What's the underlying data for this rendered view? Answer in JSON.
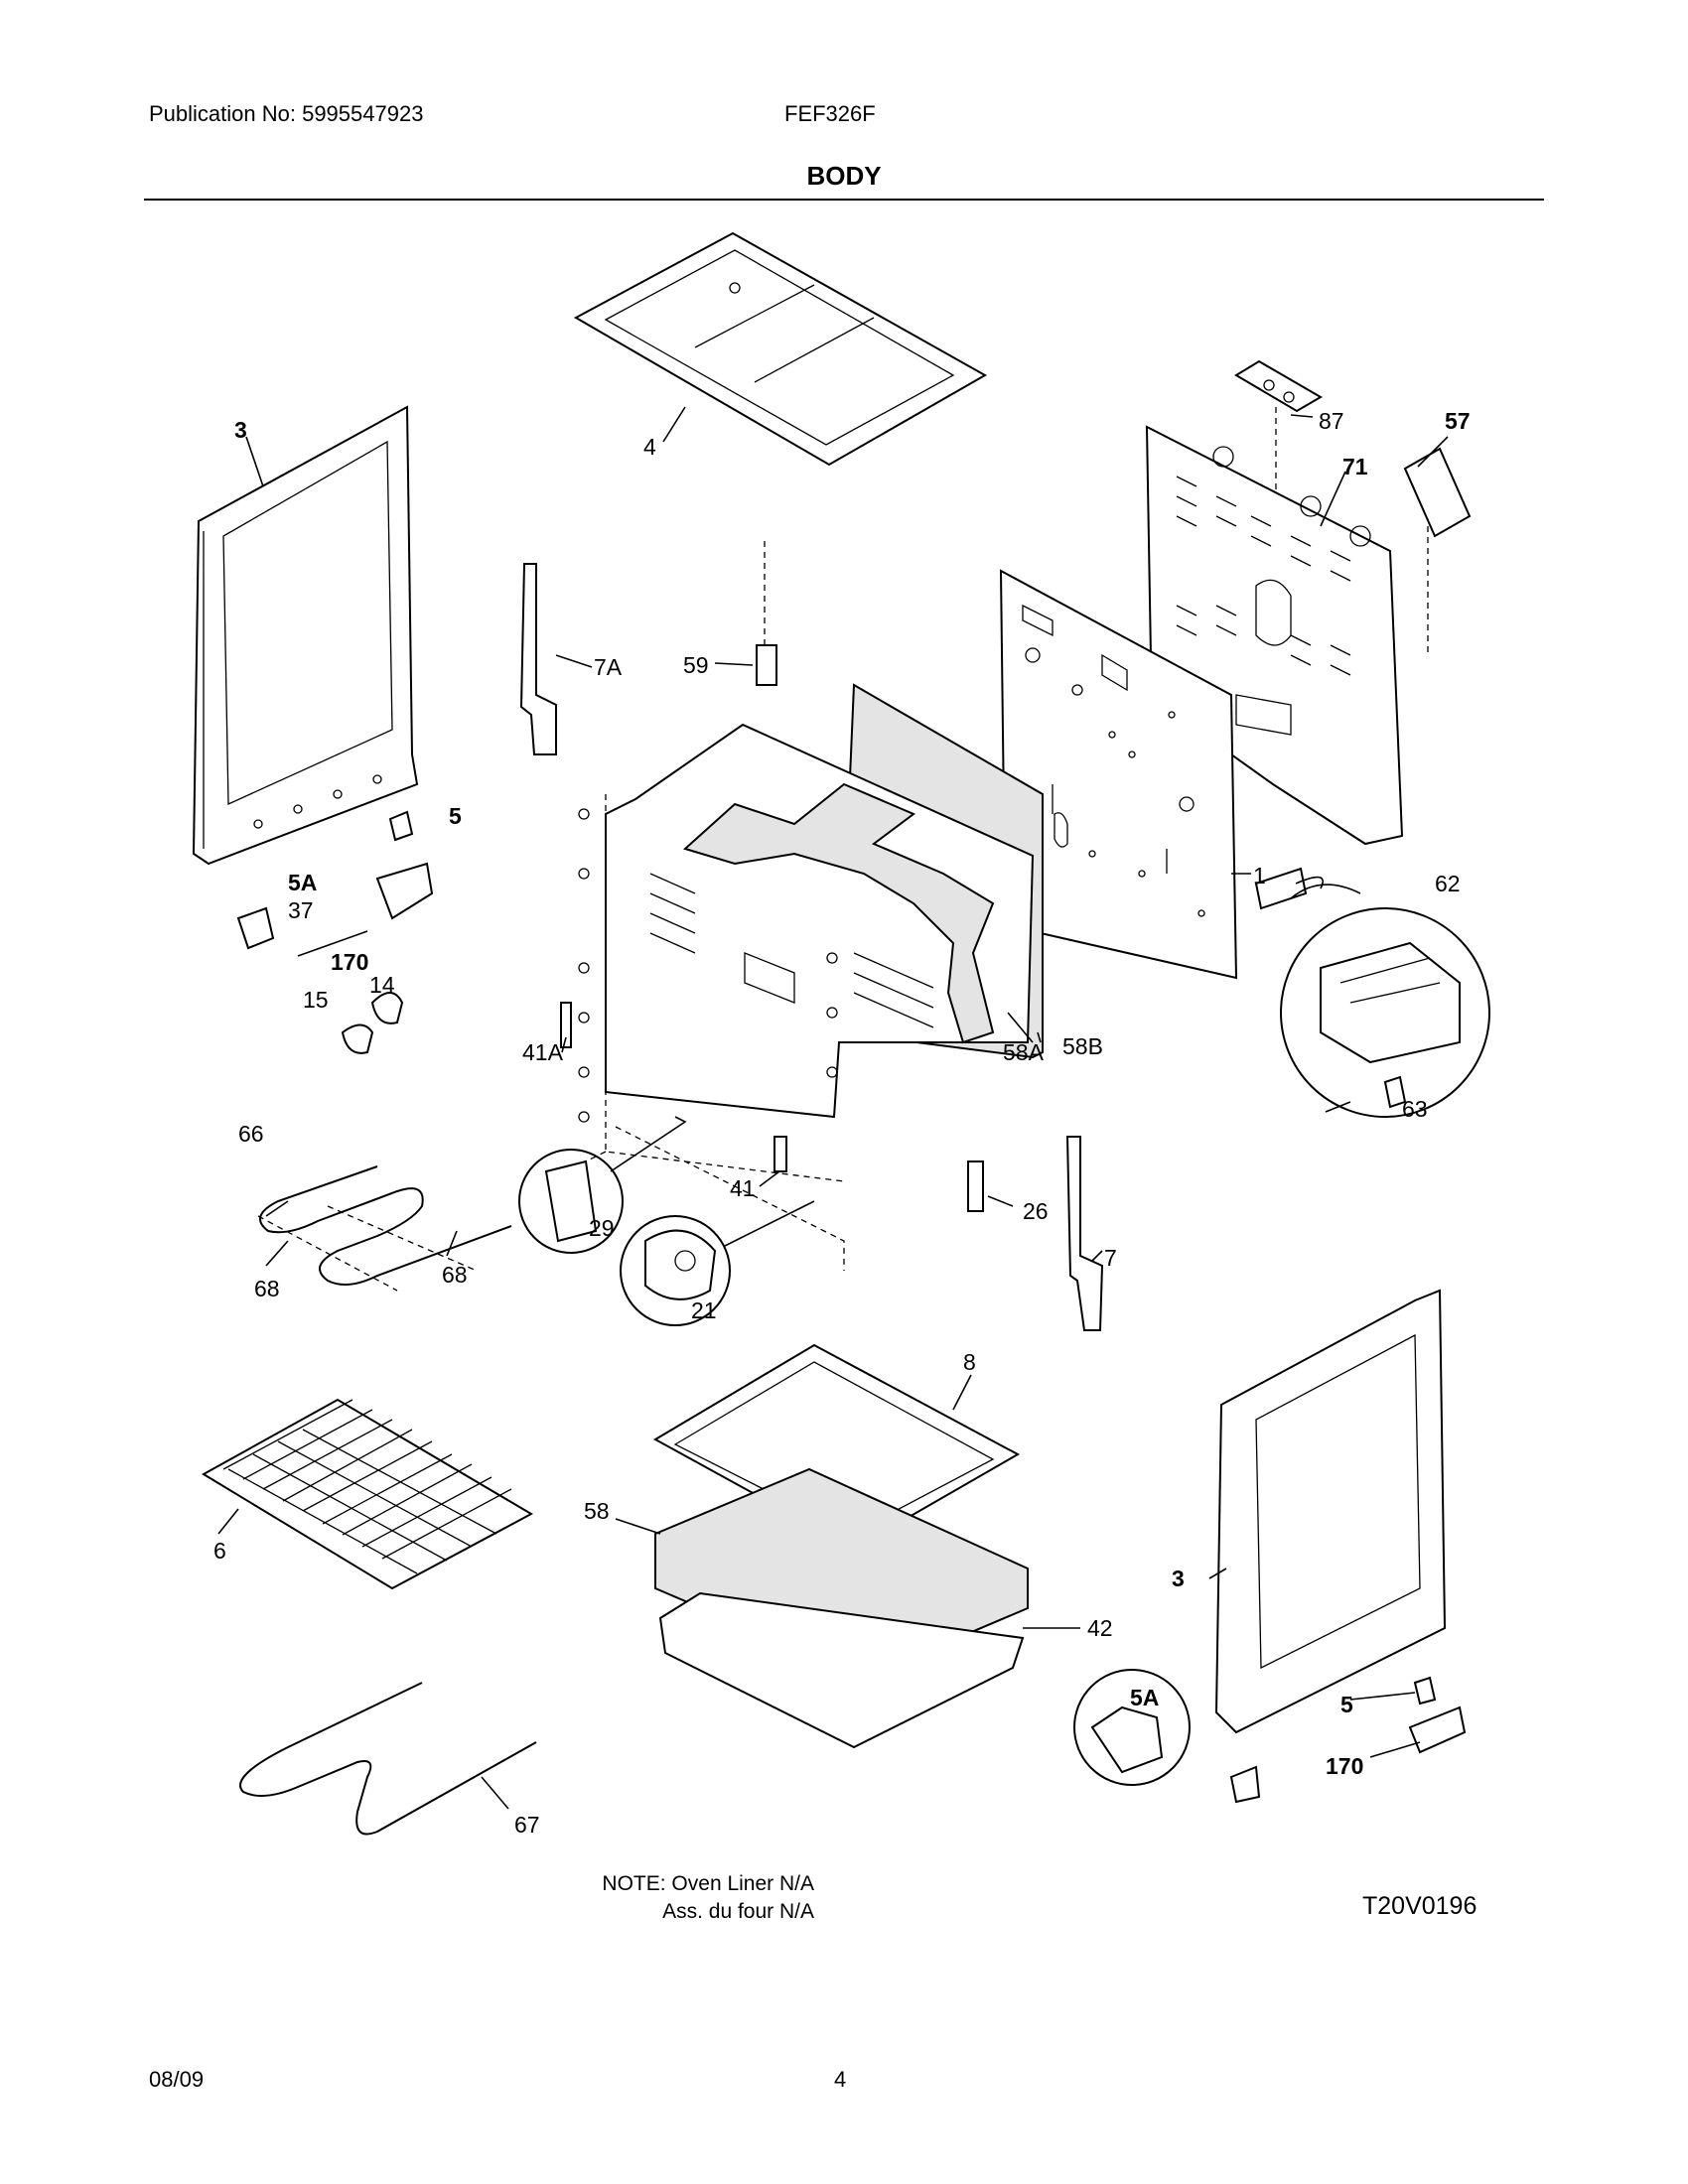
{
  "header": {
    "publication": "Publication No: 5995547923",
    "model": "FEF326F",
    "section_title": "BODY"
  },
  "callouts": {
    "c3_left": "3",
    "c4": "4",
    "c87": "87",
    "c57": "57",
    "c71": "71",
    "c7A": "7A",
    "c59": "59",
    "c5_left": "5",
    "c5A_left": "5A",
    "c37": "37",
    "c170_left": "170",
    "c14": "14",
    "c15": "15",
    "c1": "1",
    "c62": "62",
    "c41A": "41A",
    "c58A": "58A",
    "c58B": "58B",
    "c63": "63",
    "c66": "66",
    "c29": "29",
    "c41": "41",
    "c26": "26",
    "c7": "7",
    "c68_left": "68",
    "c68_right": "68",
    "c21": "21",
    "c8": "8",
    "c6": "6",
    "c58": "58",
    "c3_right": "3",
    "c42": "42",
    "c5A_right": "5A",
    "c5_right": "5",
    "c170_right": "170",
    "c67": "67"
  },
  "footer": {
    "note_line1": "NOTE: Oven Liner N/A",
    "note_line2": "Ass. du four N/A",
    "diagram_code": "T20V0196",
    "date": "08/09",
    "page": "4"
  }
}
